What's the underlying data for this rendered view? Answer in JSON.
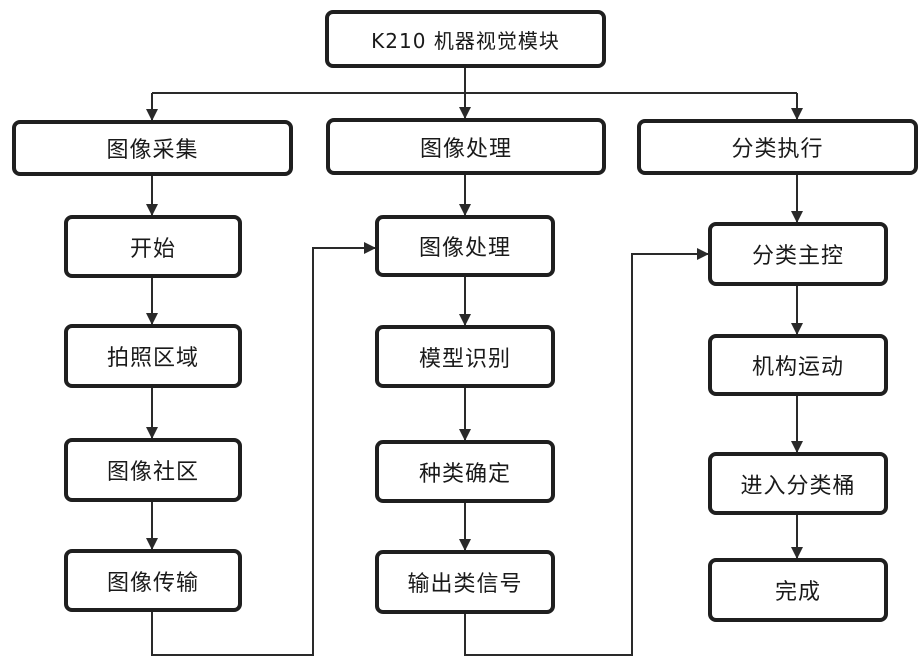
{
  "diagram": {
    "root": {
      "label": "K210 机器视觉模块"
    },
    "columns": [
      {
        "header": "图像采集",
        "steps": [
          "开始",
          "拍照区域",
          "图像社区",
          "图像传输"
        ]
      },
      {
        "header": "图像处理",
        "steps": [
          "图像处理",
          "模型识别",
          "种类确定",
          "输出类信号"
        ]
      },
      {
        "header": "分类执行",
        "steps": [
          "分类主控",
          "机构运动",
          "进入分类桶",
          "完成"
        ]
      }
    ]
  },
  "colors": {
    "stroke": "#1f1f1f",
    "connector": "#2a2a2a",
    "background": "#ffffff"
  }
}
